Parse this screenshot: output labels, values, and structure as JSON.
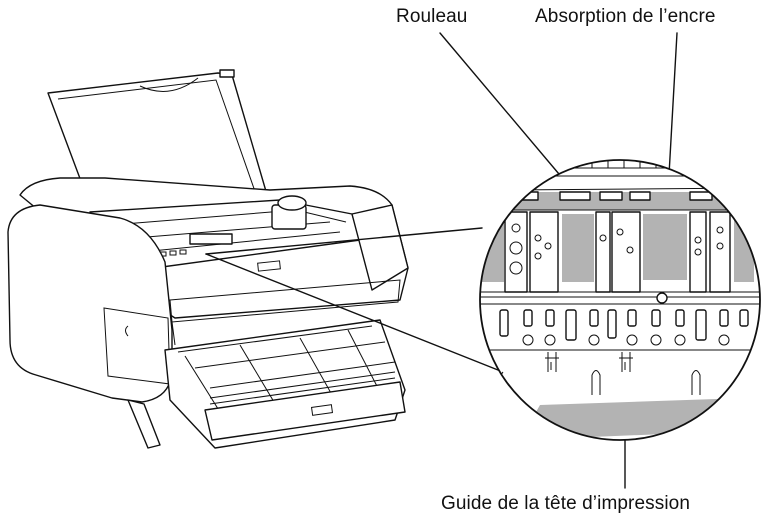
{
  "labels": {
    "roller": "Rouleau",
    "ink_absorption": "Absorption de l’encre",
    "print_head_guide": "Guide de la tête d’impression"
  },
  "colors": {
    "line": "#111111",
    "shade": "#b3b3b3",
    "background": "#ffffff"
  },
  "icons": {
    "printer": "printer-illustration",
    "magnifier": "magnified-detail-circle"
  }
}
